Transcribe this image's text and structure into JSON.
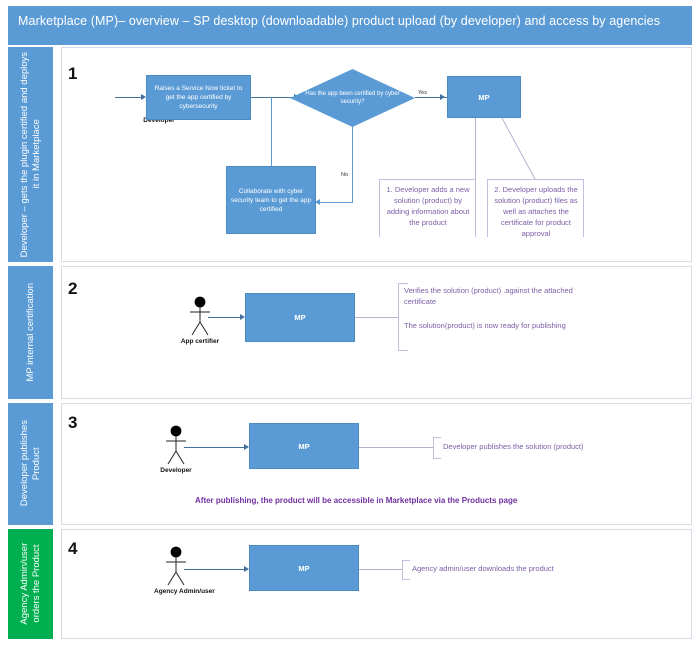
{
  "header": {
    "title": "Marketplace (MP)– overview – SP desktop (downloadable) product upload (by developer) and access by agencies"
  },
  "colors": {
    "accent_blue": "#5B9BD5",
    "rail_green": "#00B050",
    "note_purple": "#7B5EA7",
    "footnote_purple": "#7030A0",
    "arrow_dark": "#41719C"
  },
  "bands": [
    {
      "number": "1",
      "rail_label": "Developer – gets the plugin certified and deploys it in Marketplace",
      "rail_color": "blue",
      "actor": {
        "label": "Developer",
        "name": "developer-actor"
      },
      "process_box": "Raises a Service Now ticket to get the app certified by cybersecurity",
      "decision": "Has the app been certified by cyber security?",
      "edge_yes": "Yes",
      "edge_no": "No",
      "loop_box": "Collaborate with cyber security team to get the app certified",
      "mp_box": "MP",
      "notes": [
        "1. Developer adds a new solution (product) by adding information about  the product",
        "2. Developer uploads the solution (product) files as well as attaches the certificate for product approval"
      ]
    },
    {
      "number": "2",
      "rail_label": "MP internal certification",
      "rail_color": "blue",
      "actor": {
        "label": "App certifier",
        "name": "app-certifier-actor"
      },
      "mp_box": "MP",
      "notes": [
        "Verifies the solution (product) .against the attached certificate",
        "The solution(product)  is now ready for publishing"
      ]
    },
    {
      "number": "3",
      "rail_label": "Developer publishes Product",
      "rail_color": "blue",
      "actor": {
        "label": "Developer",
        "name": "developer-actor"
      },
      "mp_box": "MP",
      "notes": [
        "Developer publishes the solution (product)"
      ],
      "footnote": "After publishing,  the product will be accessible in Marketplace via the Products page"
    },
    {
      "number": "4",
      "rail_label": "Agency Admin/user orders the Product",
      "rail_color": "green",
      "actor": {
        "label": "Agency Admin/user",
        "name": "agency-admin-actor"
      },
      "mp_box": "MP",
      "notes": [
        "Agency admin/user downloads the product"
      ]
    }
  ]
}
